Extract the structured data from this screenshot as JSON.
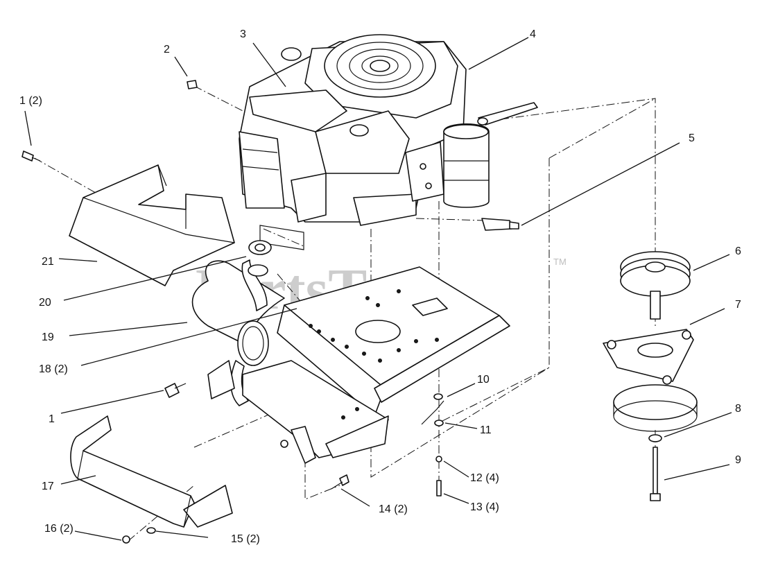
{
  "watermark": {
    "brand": "PartsTree",
    "tm": "TM"
  },
  "callouts": [
    {
      "id": "c1-2",
      "label": "1 (2)"
    },
    {
      "id": "c2",
      "label": "2"
    },
    {
      "id": "c3",
      "label": "3"
    },
    {
      "id": "c4",
      "label": "4"
    },
    {
      "id": "c5",
      "label": "5"
    },
    {
      "id": "c6",
      "label": "6"
    },
    {
      "id": "c7",
      "label": "7"
    },
    {
      "id": "c8",
      "label": "8"
    },
    {
      "id": "c9",
      "label": "9"
    },
    {
      "id": "c10",
      "label": "10"
    },
    {
      "id": "c11",
      "label": "11"
    },
    {
      "id": "c12",
      "label": "12 (4)"
    },
    {
      "id": "c13",
      "label": "13 (4)"
    },
    {
      "id": "c14",
      "label": "14 (2)"
    },
    {
      "id": "c15",
      "label": "15 (2)"
    },
    {
      "id": "c16",
      "label": "16 (2)"
    },
    {
      "id": "c17",
      "label": "17"
    },
    {
      "id": "c1",
      "label": "1"
    },
    {
      "id": "c18",
      "label": "18 (2)"
    },
    {
      "id": "c19",
      "label": "19"
    },
    {
      "id": "c20",
      "label": "20"
    },
    {
      "id": "c21",
      "label": "21"
    }
  ]
}
